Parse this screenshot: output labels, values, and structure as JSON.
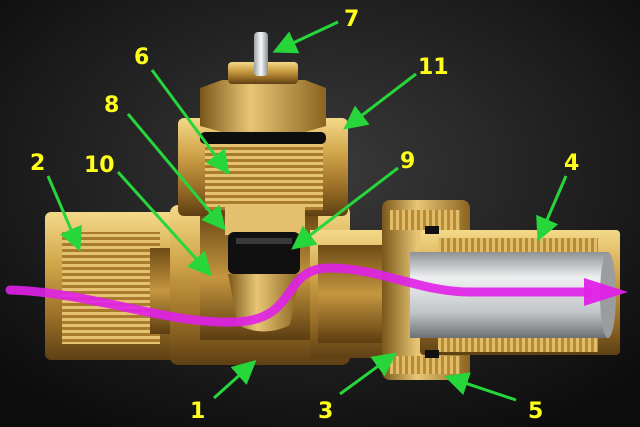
{
  "labels": {
    "l1": "1",
    "l2": "2",
    "l3": "3",
    "l4": "4",
    "l5": "5",
    "l6": "6",
    "l7": "7",
    "l8": "8",
    "l9": "9",
    "l10": "10",
    "l11": "11"
  },
  "colors": {
    "background": "#1a1a1a",
    "label": "#ffff1a",
    "leader": "#27d63a",
    "flow_arrow": "#e020e8",
    "brass": "#c9a24e",
    "seal": "#111111",
    "pipe": "#cfd2d4"
  }
}
